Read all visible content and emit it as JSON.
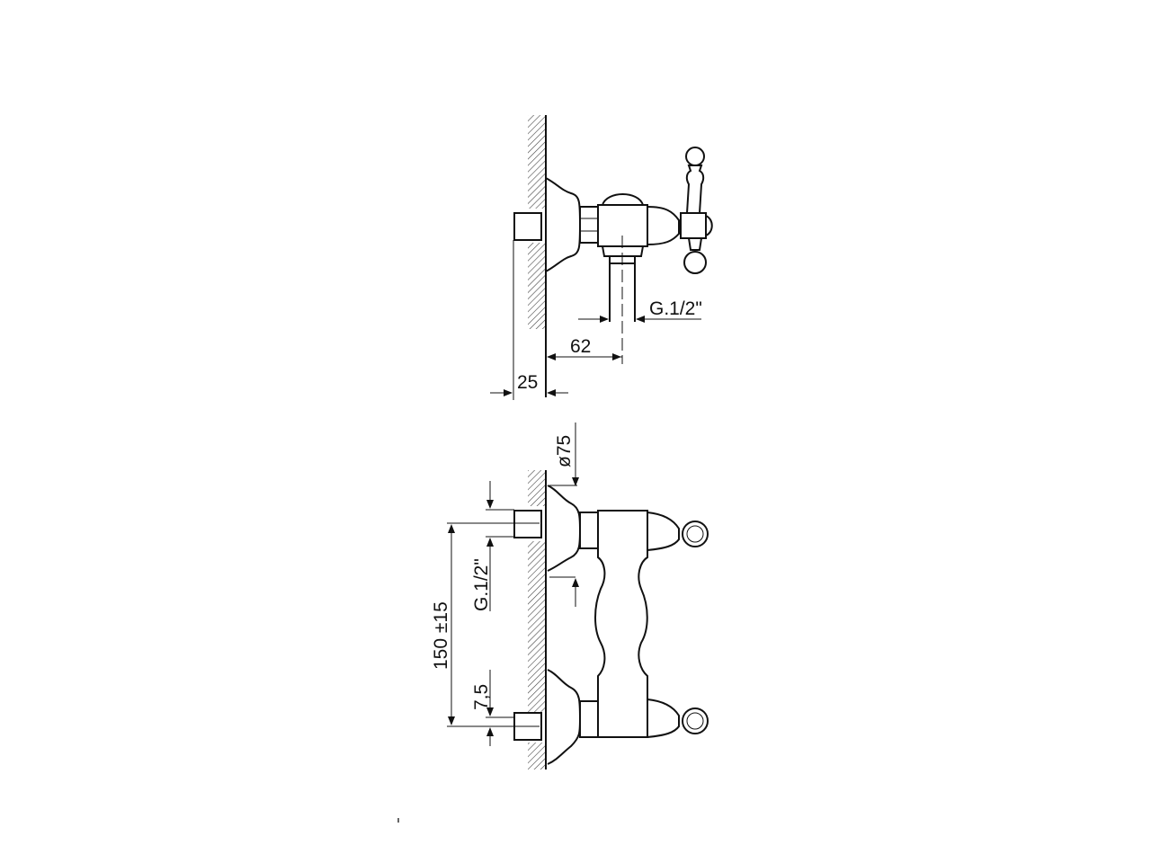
{
  "side_view": {
    "dim_wall_offset": "25",
    "dim_outlet_distance": "62",
    "dim_outlet_thread": "G.1/2\""
  },
  "front_view": {
    "dim_rosette_diameter": "ø75",
    "dim_inlet_spacing": "150 ±15",
    "dim_inlet_thread": "G.1/2\"",
    "dim_offset": "7,5"
  }
}
